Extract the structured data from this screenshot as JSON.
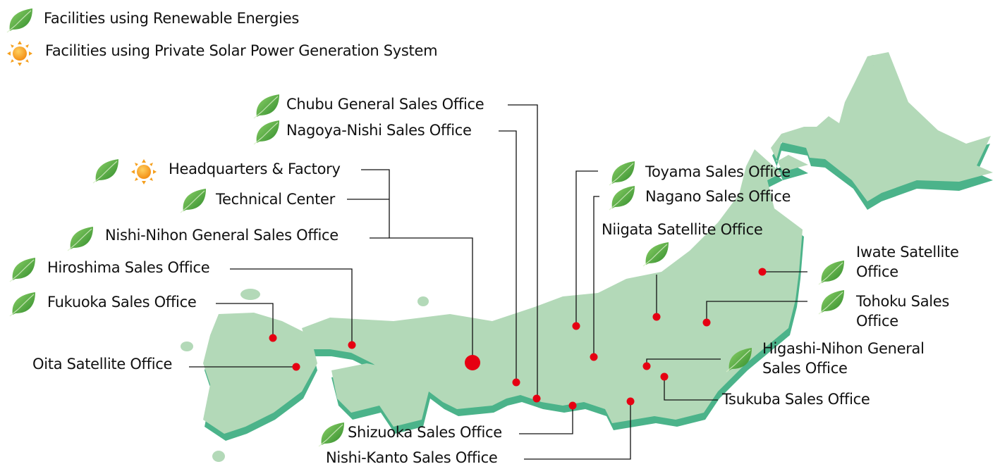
{
  "legend": {
    "renewable_icon": "leaf-icon",
    "renewable_label": "Facilities using Renewable Energies",
    "solar_icon": "sun-icon",
    "solar_label": "Facilities using Private Solar Power Generation System"
  },
  "colors": {
    "land": "#b3d9b8",
    "shore": "#4bb38a",
    "marker": "#e60012",
    "leaf": "#5aa83a",
    "sun": "#f5a01e"
  },
  "offices": [
    {
      "id": "chubu",
      "name": "Chubu General Sales Office",
      "renewable": true,
      "solar": false
    },
    {
      "id": "nagoya-nishi",
      "name": "Nagoya-Nishi Sales Office",
      "renewable": true,
      "solar": false
    },
    {
      "id": "headquarters",
      "name": "Headquarters & Factory",
      "renewable": true,
      "solar": true
    },
    {
      "id": "technical-center",
      "name": "Technical Center",
      "renewable": true,
      "solar": false
    },
    {
      "id": "nishi-nihon",
      "name": "Nishi-Nihon General Sales Office",
      "renewable": true,
      "solar": false
    },
    {
      "id": "hiroshima",
      "name": "Hiroshima Sales Office",
      "renewable": true,
      "solar": false
    },
    {
      "id": "fukuoka",
      "name": "Fukuoka Sales Office",
      "renewable": true,
      "solar": false
    },
    {
      "id": "oita",
      "name": "Oita Satellite Office",
      "renewable": false,
      "solar": false
    },
    {
      "id": "toyama",
      "name": "Toyama Sales Office",
      "renewable": true,
      "solar": false
    },
    {
      "id": "nagano",
      "name": "Nagano Sales Office",
      "renewable": true,
      "solar": false
    },
    {
      "id": "niigata",
      "name": "Niigata Satellite Office",
      "renewable": true,
      "solar": false
    },
    {
      "id": "iwate",
      "name_lines": [
        "Iwate Satellite",
        "Office"
      ],
      "renewable": true,
      "solar": false
    },
    {
      "id": "tohoku",
      "name_lines": [
        "Tohoku Sales",
        "Office"
      ],
      "renewable": true,
      "solar": false
    },
    {
      "id": "higashi-nihon",
      "name_lines": [
        "Higashi-Nihon General",
        "Sales Office"
      ],
      "renewable": true,
      "solar": false
    },
    {
      "id": "tsukuba",
      "name": "Tsukuba Sales Office",
      "renewable": false,
      "solar": false
    },
    {
      "id": "shizuoka",
      "name": "Shizuoka Sales Office",
      "renewable": true,
      "solar": false
    },
    {
      "id": "nishi-kanto",
      "name": "Nishi-Kanto Sales Office",
      "renewable": false,
      "solar": false
    }
  ]
}
